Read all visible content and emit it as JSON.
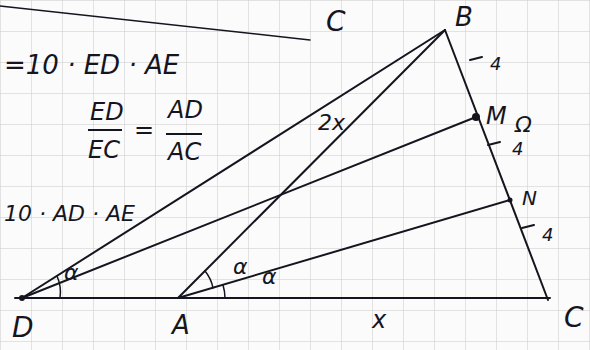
{
  "diagram": {
    "labels": [
      "C",
      "B",
      "=10 · ED · AE",
      "ED",
      "EC",
      "=",
      "AD",
      "AC",
      "10 · AD · AE",
      "2x",
      "4",
      "M",
      "Ω",
      "4",
      "N",
      "4",
      "α",
      "α",
      "α",
      "D",
      "A",
      "x",
      "C"
    ]
  }
}
